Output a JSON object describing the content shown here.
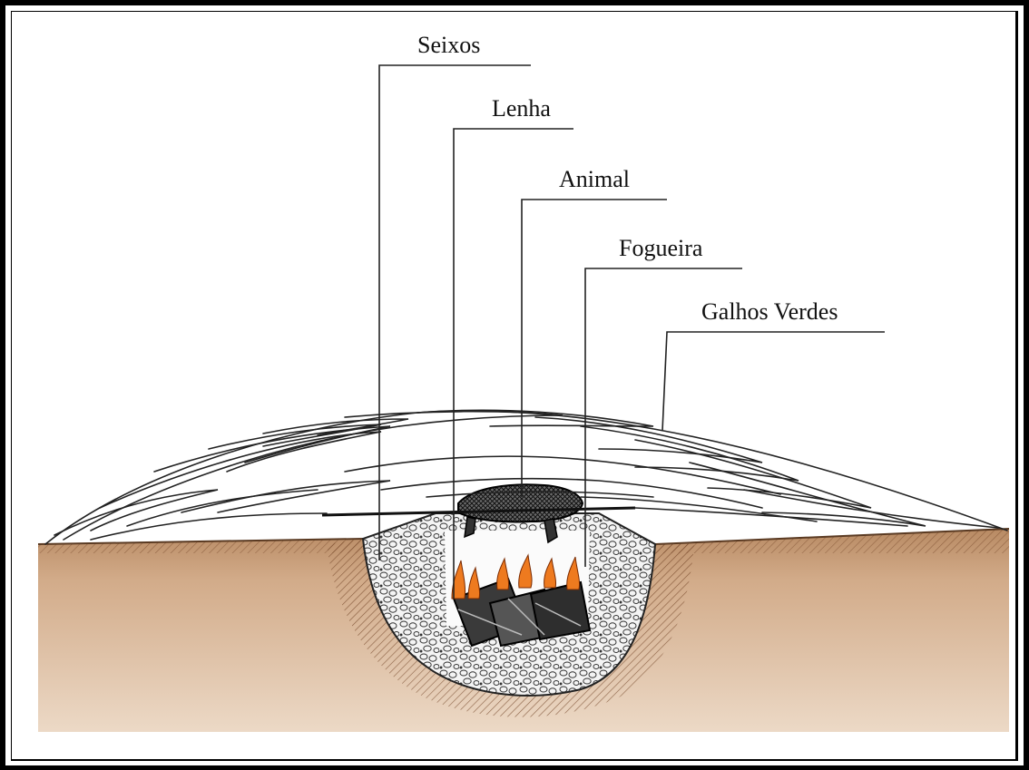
{
  "labels": {
    "seixos": "Seixos",
    "lenha": "Lenha",
    "animal": "Animal",
    "fogueira": "Fogueira",
    "galhos_verdes": "Galhos Verdes"
  },
  "colors": {
    "soil": "#c9a07e",
    "soil_light": "#e6cdb5",
    "hatch": "#7a4a2c",
    "flame": "#ee7a1f",
    "ink": "#111111",
    "frame": "#000000"
  }
}
